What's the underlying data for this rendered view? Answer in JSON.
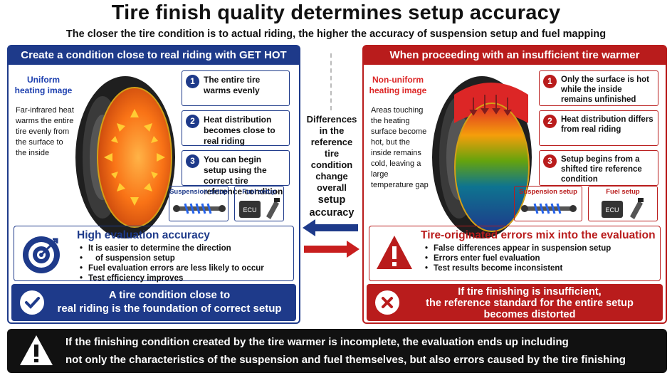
{
  "title": "Tire finish quality determines setup accuracy",
  "subtitle": "The closer the tire condition is to actual riding, the higher the accuracy of suspension setup and fuel mapping",
  "left": {
    "header": "Create a condition close to real riding with GET HOT",
    "heat_title": "Uniform heating image",
    "heat_desc": "Far-infrared heat warms the entire tire evenly from the surface to the inside",
    "steps": [
      {
        "num": "1",
        "text": "The entire tire warms evenly"
      },
      {
        "num": "2",
        "text": "Heat distribution becomes close to real riding"
      },
      {
        "num": "3",
        "text": "You can begin setup using the correct tire reference condition"
      }
    ],
    "suspension_label": "Suspension setup",
    "fuel_label": "Fuel setup",
    "ecu_label": "ECU",
    "eval_title": "High evaluation accuracy",
    "eval_items": [
      "It is easier to determine the direction",
      "of suspension setup",
      "Fuel evaluation errors are less likely to occur",
      "Test efficiency improves"
    ],
    "foot_line1": "A tire condition close to",
    "foot_line2": "real riding is the foundation of correct setup"
  },
  "right": {
    "header": "When proceeding with an insufficient tire warmer",
    "heat_title": "Non-uniform heating image",
    "heat_desc": "Areas touching the heating surface become hot, but the inside remains cold, leaving a large temperature gap",
    "steps": [
      {
        "num": "1",
        "text": "Only the surface is hot while the inside remains unfinished"
      },
      {
        "num": "2",
        "text": "Heat distribution differs from real riding"
      },
      {
        "num": "3",
        "text": "Setup begins from a shifted tire reference condition"
      }
    ],
    "suspension_label": "Suspension setup",
    "fuel_label": "Fuel setup",
    "ecu_label": "ECU",
    "eval_title": "Tire-originated errors mix into the evaluation",
    "eval_items": [
      "False differences appear in suspension setup",
      "Errors enter fuel evaluation",
      "Test results become inconsistent"
    ],
    "foot_line1": "If tire finishing is insufficient,",
    "foot_line2": "the reference standard for the entire setup",
    "foot_line3": "becomes distorted"
  },
  "center": {
    "line1": "Differences in the reference tire condition change overall",
    "line2": "setup accuracy"
  },
  "bottom": {
    "line1": "If the finishing condition created by the tire warmer is incomplete, the evaluation ends up including",
    "line2": "not only the characteristics of the suspension and fuel themselves, but also errors caused by the tire finishing condition."
  },
  "colors": {
    "blue": "#1e3a8a",
    "red": "#b91c1c",
    "dark": "#111111"
  }
}
